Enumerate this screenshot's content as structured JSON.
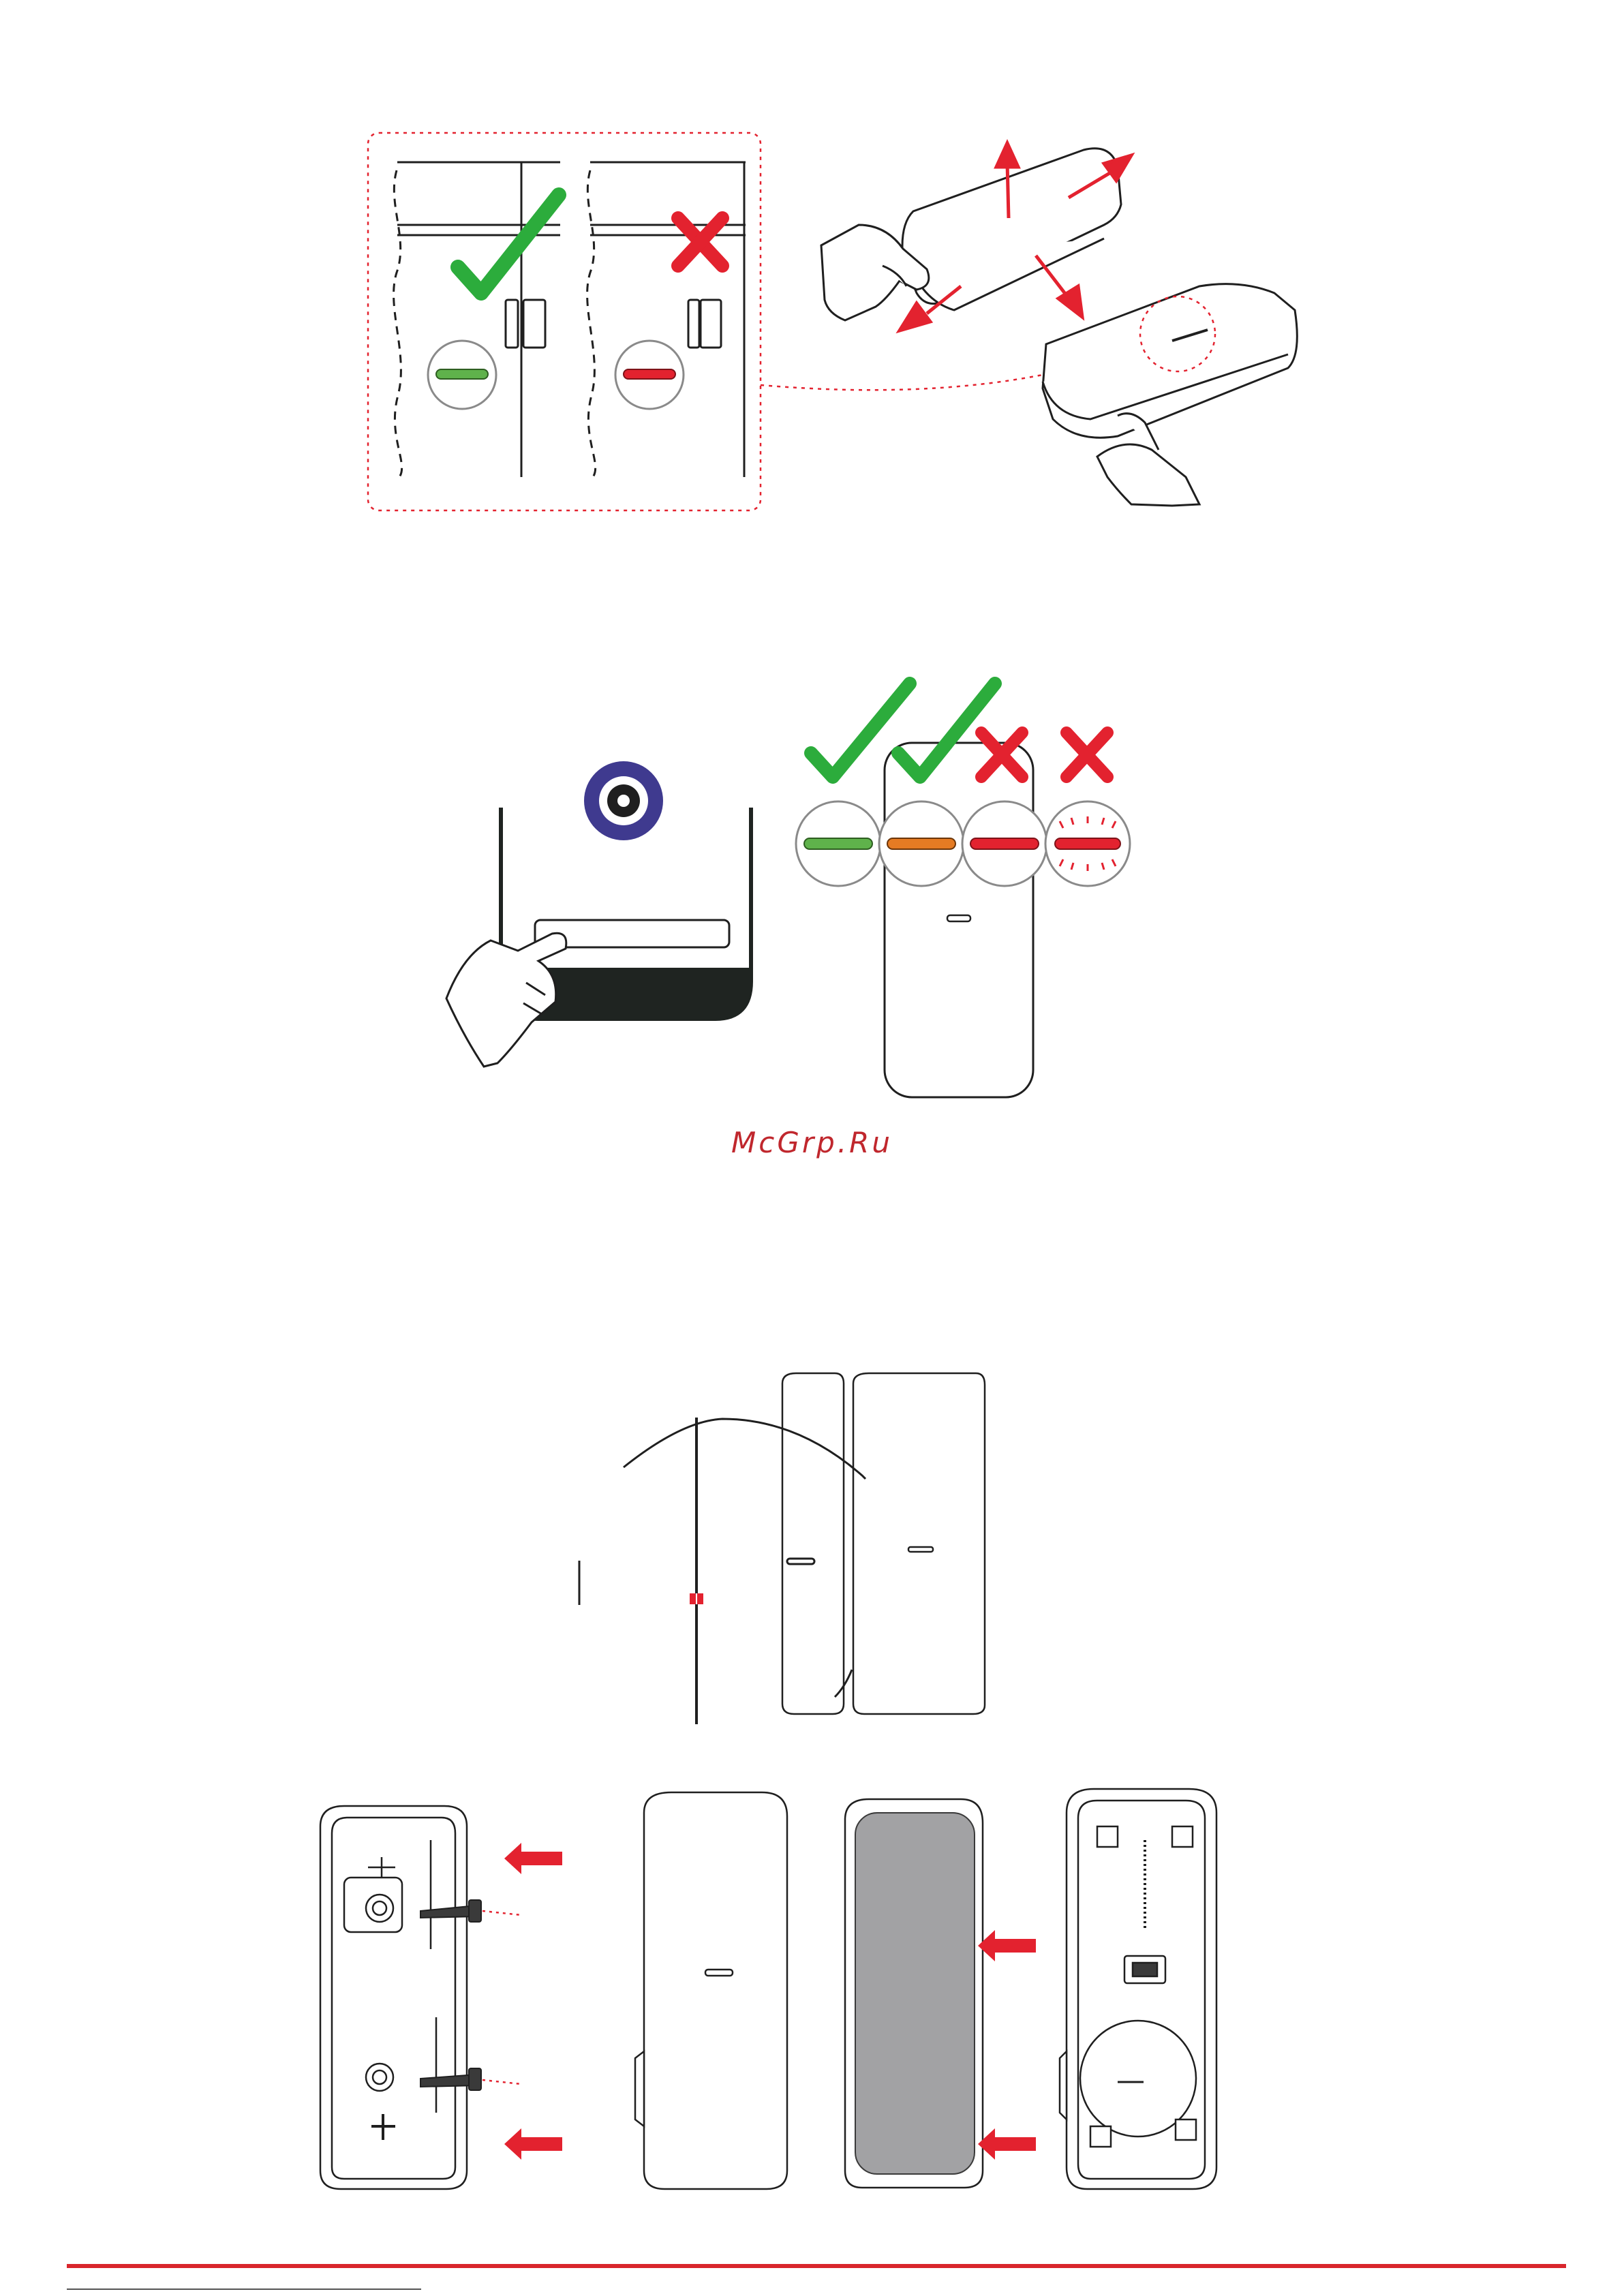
{
  "watermark": {
    "text": "McGrp.Ru"
  },
  "colors": {
    "accent_red": "#d9262c",
    "check_green": "#2cac3c",
    "led_green": "#5fb24b",
    "led_orange": "#e57b23",
    "led_red": "#e3222f",
    "ink": "#1f1f1f",
    "magnet_ring": "#3f3a8f",
    "adhesive_gray": "#a2a2a4"
  },
  "figures": [
    {
      "name": "fig-installation-position-check",
      "icons": [
        "check-icon",
        "cross-icon",
        "led-green-icon",
        "led-red-icon",
        "arrow-icon",
        "hand-icon"
      ]
    },
    {
      "name": "fig-pairing-led-status",
      "icons": [
        "magnet-icon",
        "hand-icon",
        "check-icon",
        "cross-icon",
        "led-green-icon",
        "led-orange-icon",
        "led-red-icon",
        "led-blinking-red-icon"
      ]
    },
    {
      "name": "fig-door-swing-placement",
      "icons": [
        "door-arc-icon",
        "sensor-icon",
        "magnet-icon"
      ]
    },
    {
      "name": "fig-mounting-steps",
      "icons": [
        "screw-icon",
        "arrow-icon",
        "adhesive-pad-icon",
        "battery-compartment-icon"
      ]
    }
  ]
}
